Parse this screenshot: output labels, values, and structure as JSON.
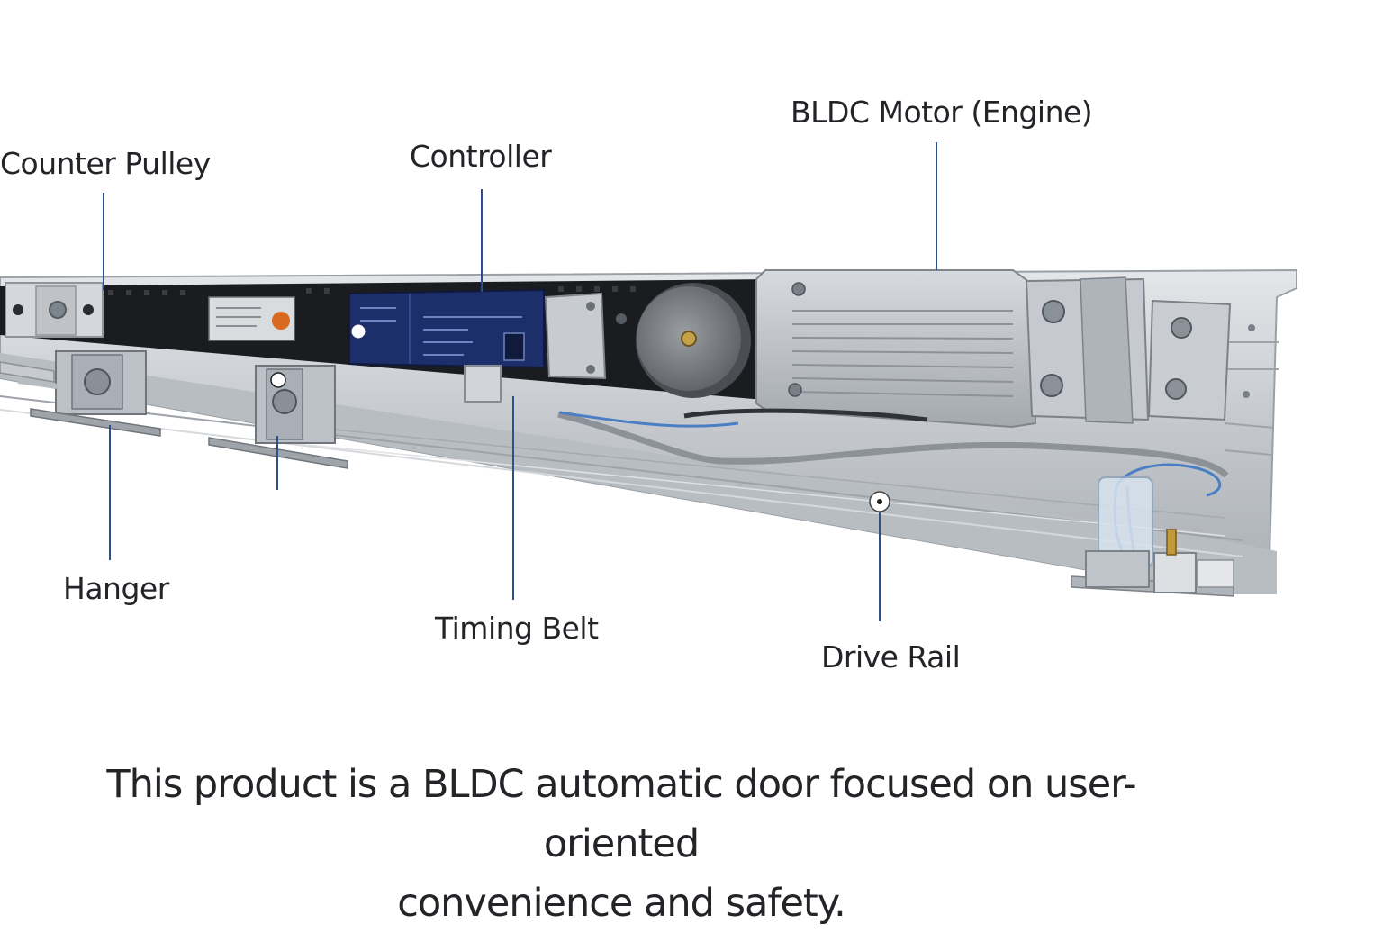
{
  "labels": {
    "counter_pulley": "Counter Pulley",
    "controller": "Controller",
    "bldc_motor": "BLDC Motor (Engine)",
    "hanger": "Hanger",
    "timing_belt": "Timing Belt",
    "drive_rail": "Drive Rail"
  },
  "caption": {
    "line1": "This product is a BLDC automatic door focused on user-oriented",
    "line2": "convenience and safety."
  },
  "colors": {
    "leader_line": "#2d4f8a",
    "aluminum": "#c9ccd1",
    "belt": "#1b1c1f",
    "controller_board": "#1d2f6b",
    "text": "#222428"
  }
}
